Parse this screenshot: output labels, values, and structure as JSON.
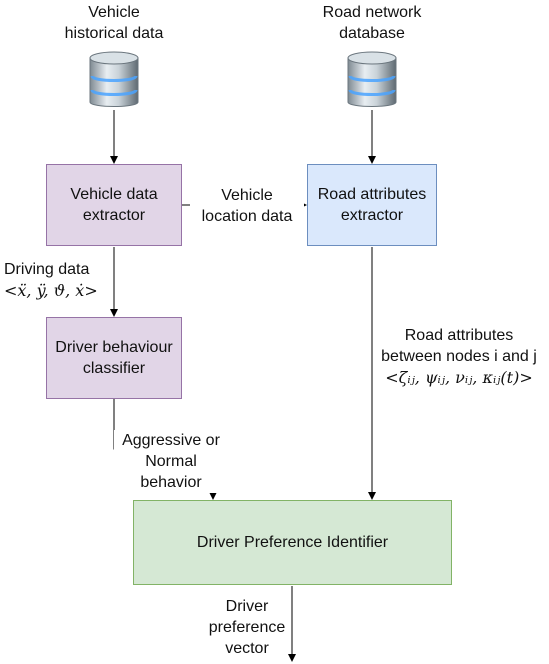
{
  "sources": {
    "vehicle_historical": {
      "line1": "Vehicle",
      "line2": "historical data"
    },
    "road_network": {
      "line1": "Road network",
      "line2": "database"
    }
  },
  "nodes": {
    "vehicle_extractor": {
      "line1": "Vehicle data",
      "line2": "extractor"
    },
    "road_extractor": {
      "line1": "Road attributes",
      "line2": "extractor"
    },
    "behaviour_classifier": {
      "line1": "Driver behaviour",
      "line2": "classifier"
    },
    "preference_identifier": {
      "label": "Driver Preference Identifier"
    }
  },
  "edges": {
    "vehicle_location": {
      "line1": "Vehicle",
      "line2": "location data"
    },
    "driving_data": {
      "line1": "Driving data",
      "line2_math": "<ẍ, ÿ, ϑ, ẋ>"
    },
    "road_attributes": {
      "line1": "Road attributes",
      "line2": "between nodes i and j",
      "line3_math": "<ζᵢⱼ, ψᵢⱼ, νᵢⱼ, κᵢⱼ(t)>"
    },
    "behavior_type": {
      "line1": "Aggressive or",
      "line2": "Normal",
      "line3": "behavior"
    },
    "preference_vector": {
      "line1": "Driver",
      "line2": "preference",
      "line3": "vector"
    }
  },
  "colors": {
    "purple_fill": "#e1d5e7",
    "purple_stroke": "#9673a6",
    "blue_fill": "#dae8fc",
    "blue_stroke": "#6c8ebf",
    "green_fill": "#d5e8d4",
    "green_stroke": "#82b366"
  }
}
